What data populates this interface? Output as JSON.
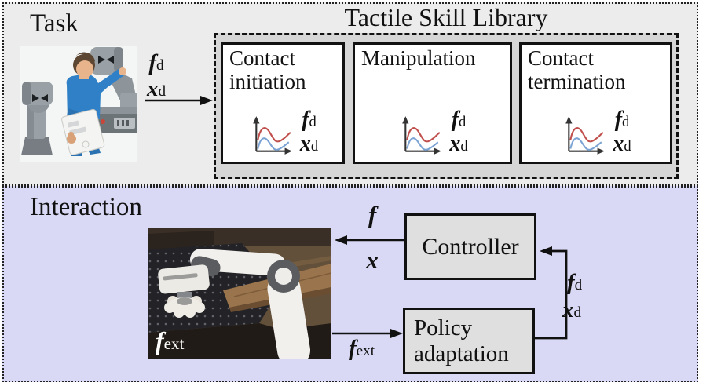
{
  "colors": {
    "top_bg": "#ececec",
    "bottom_bg": "#d9d9f5",
    "library_bg": "#d6d6d6",
    "box_bg": "#dfdfdf",
    "curve_red": "#c0504d",
    "curve_blue": "#7ba3d4",
    "arrow": "#111111"
  },
  "top_section": {
    "task_label": "Task",
    "library_title": "Tactile Skill Library",
    "task_output": {
      "f": {
        "main": "f",
        "sub": "d"
      },
      "x": {
        "main": "x",
        "sub": "d"
      }
    },
    "skills": [
      {
        "line1": "Contact",
        "line2": "initiation",
        "f_label": {
          "main": "f",
          "sub": "d"
        },
        "x_label": {
          "main": "x",
          "sub": "d"
        }
      },
      {
        "line1": "Manipulation",
        "line2": "",
        "f_label": {
          "main": "f",
          "sub": "d"
        },
        "x_label": {
          "main": "x",
          "sub": "d"
        }
      },
      {
        "line1": "Contact",
        "line2": "termination",
        "f_label": {
          "main": "f",
          "sub": "d"
        },
        "x_label": {
          "main": "x",
          "sub": "d"
        }
      }
    ]
  },
  "bottom_section": {
    "interaction_label": "Interaction",
    "photo_overlay_label": {
      "main": "f",
      "sub": "ext"
    },
    "controller_label": "Controller",
    "policy_label": {
      "line1": "Policy",
      "line2": "adaptation"
    },
    "signals": {
      "f": {
        "main": "f",
        "sub": ""
      },
      "x": {
        "main": "x",
        "sub": ""
      },
      "f_ext": {
        "main": "f",
        "sub": "ext"
      },
      "f_d": {
        "main": "f",
        "sub": "d"
      },
      "x_d": {
        "main": "x",
        "sub": "d"
      }
    }
  }
}
